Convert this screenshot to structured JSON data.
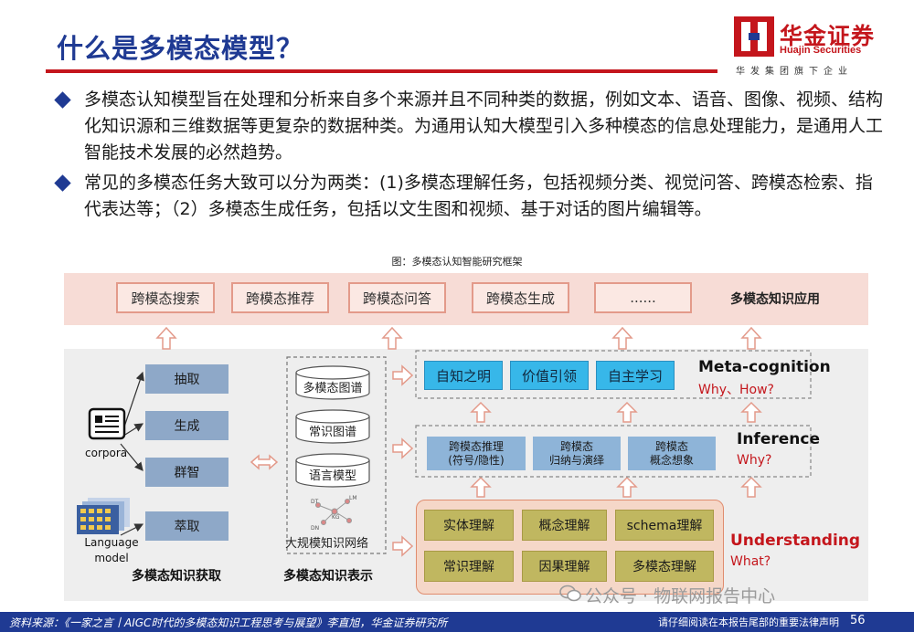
{
  "header": {
    "title": "什么是多模态模型？",
    "logo_cn": "华金证券",
    "logo_en": "Huajin Securities",
    "logo_sub": "华发集团旗下企业",
    "brand_color": "#c4161c",
    "title_color": "#1f3a93"
  },
  "bullets": [
    "多模态认知模型旨在处理和分析来自多个来源并且不同种类的数据，例如文本、语音、图像、视频、结构化知识源和三维数据等更复杂的数据种类。为通用认知大模型引入多种模态的信息处理能力，是通用人工智能技术发展的必然趋势。",
    "常见的多模态任务大致可以分为两类：(1)多模态理解任务，包括视频分类、视觉问答、跨模态检索、指代表达等；（2）多模态生成任务，包括以文生图和视频、基于对话的图片编辑等。"
  ],
  "figure": {
    "caption": "图：多模态认知智能研究框架",
    "applications": [
      "跨模态搜索",
      "跨模态推荐",
      "跨模态问答",
      "跨模态生成",
      "......"
    ],
    "applications_label": "多模态知识应用",
    "acquisition": [
      "抽取",
      "生成",
      "群智",
      "萃取"
    ],
    "corpora_label": "corpora",
    "lm_label_1": "Language",
    "lm_label_2": "model",
    "acquisition_label": "多模态知识获取",
    "representation": [
      "多模态图谱",
      "常识图谱",
      "语言模型"
    ],
    "kg_node_labels": [
      "DT",
      "LM",
      "KG",
      "DN"
    ],
    "kg_label": "大规模知识网络",
    "representation_label": "多模态知识表示",
    "meta": [
      "自知之明",
      "价值引领",
      "自主学习"
    ],
    "meta_title": "Meta-cognition",
    "meta_q": "Why、How?",
    "inference": [
      {
        "l1": "跨模态推理",
        "l2": "(符号/隐性)"
      },
      {
        "l1": "跨模态",
        "l2": "归纳与演绎"
      },
      {
        "l1": "跨模态",
        "l2": "概念想象"
      }
    ],
    "inference_title": "Inference",
    "inference_q": "Why?",
    "understanding": [
      "实体理解",
      "概念理解",
      "schema理解",
      "常识理解",
      "因果理解",
      "多模态理解"
    ],
    "understanding_title": "Understanding",
    "understanding_q": "What?"
  },
  "watermark": "公众号 · 物联网报告中心",
  "footer": {
    "source": "资料来源：《一家之言丨AIGC时代的多模态知识工程思考与展望》李直旭，华金证券研究所",
    "note": "请仔细阅读在本报告尾部的重要法律声明",
    "page": "56"
  }
}
